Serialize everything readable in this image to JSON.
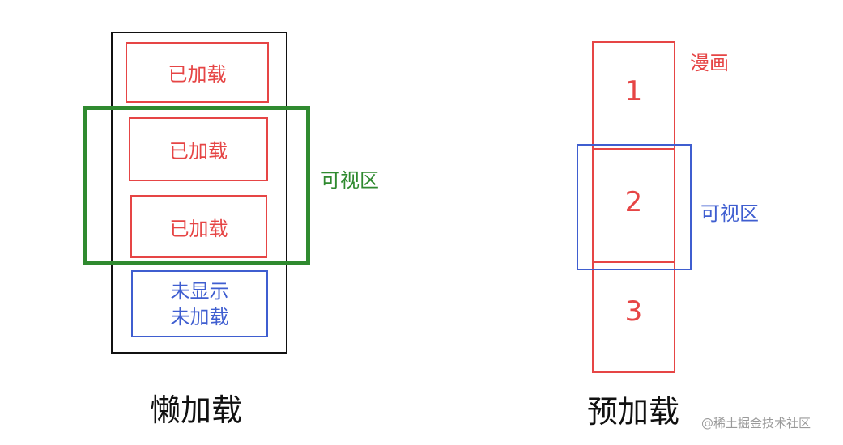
{
  "lazy": {
    "title": "懒加载",
    "viewport_label": "可视区",
    "items": [
      {
        "label": "已加载"
      },
      {
        "label": "已加载"
      },
      {
        "label": "已加载"
      },
      {
        "label_line1": "未显示",
        "label_line2": "未加载"
      }
    ]
  },
  "preload": {
    "title": "预加载",
    "comic_label": "漫画",
    "viewport_label": "可视区",
    "pages": [
      "1",
      "2",
      "3"
    ]
  },
  "watermark": "@稀土掘金技术社区",
  "colors": {
    "loaded_red": "#e64545",
    "unloaded_blue": "#3f5ed0",
    "viewport_green": "#2f8a2f",
    "viewport_blue": "#3f5ed0"
  }
}
